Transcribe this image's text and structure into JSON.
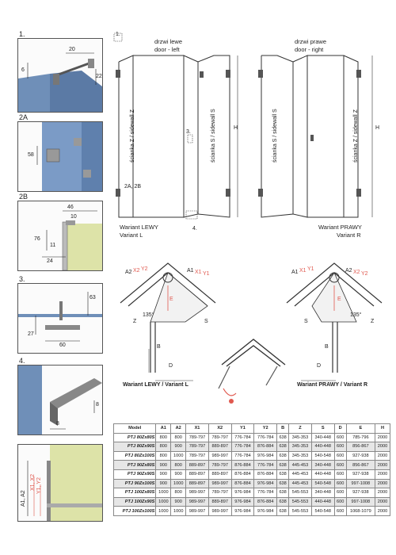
{
  "details": [
    {
      "num": "1.",
      "dims": [
        "20",
        "6",
        "22"
      ]
    },
    {
      "num": "2A",
      "dims": [
        "58"
      ]
    },
    {
      "num": "2B",
      "dims": [
        "46",
        "10",
        "76",
        "11",
        "24"
      ]
    },
    {
      "num": "3.",
      "dims": [
        "63",
        "27",
        "60"
      ]
    },
    {
      "num": "4.",
      "dims": [
        "8",
        "8"
      ]
    },
    {
      "num": "",
      "dims": [
        "A1, A2",
        "X1, X2",
        "Y1, Y2"
      ]
    }
  ],
  "front_views": {
    "left_door_label": "drzwi lewe",
    "left_door_label_en": "door - left",
    "right_door_label": "drzwi prawe",
    "right_door_label_en": "door - right",
    "wall_z": "ścianka Z / sidewall Z",
    "wall_s": "ścianka S / sidewall S",
    "height_label": "H",
    "callout_1": "1.",
    "callout_3": "3.",
    "callout_2ab": "2A, 2B",
    "callout_4": "4.",
    "variant_left_pl": "Wariant LEWY",
    "variant_left_en": "Variant L",
    "variant_right_pl": "Wariant PRAWY",
    "variant_right_en": "Variant R"
  },
  "plan_views": {
    "left_caption": "Wariant LEWY / Variant L",
    "right_caption": "Wariant PRAWY / Variant R",
    "angle": "135°",
    "letters": {
      "a2": "A2",
      "x2": "X2",
      "y2": "Y2",
      "a1": "A1",
      "x1": "X1",
      "y1": "Y1",
      "e": "E",
      "z": "Z",
      "s": "S",
      "b": "B",
      "d": "D"
    }
  },
  "table": {
    "headers": [
      "Model",
      "A1",
      "A2",
      "X1",
      "X2",
      "Y1",
      "Y2",
      "B",
      "Z",
      "S",
      "D",
      "E",
      "H"
    ],
    "rows": [
      [
        "PTJ 80Zx80S",
        "800",
        "800",
        "789-797",
        "789-797",
        "776-784",
        "776-784",
        "638",
        "345-353",
        "340-448",
        "600",
        "785-796",
        "2000"
      ],
      [
        "PTJ 80Zx90S",
        "800",
        "900",
        "789-797",
        "889-897",
        "776-784",
        "876-884",
        "638",
        "345-353",
        "440-448",
        "600",
        "856-867",
        "2000"
      ],
      [
        "PTJ 80Zx100S",
        "800",
        "1000",
        "789-797",
        "989-997",
        "776-784",
        "976-984",
        "638",
        "345-353",
        "540-548",
        "600",
        "927-938",
        "2000"
      ],
      [
        "PTJ 90Zx80S",
        "900",
        "800",
        "889-897",
        "789-797",
        "876-884",
        "776-784",
        "638",
        "445-453",
        "340-448",
        "600",
        "856-867",
        "2000"
      ],
      [
        "PTJ 90Zx90S",
        "900",
        "900",
        "889-897",
        "889-897",
        "876-884",
        "876-884",
        "638",
        "445-453",
        "440-448",
        "600",
        "927-938",
        "2000"
      ],
      [
        "PTJ 90Zx100S",
        "900",
        "1000",
        "889-897",
        "989-997",
        "876-884",
        "976-984",
        "638",
        "445-453",
        "540-548",
        "600",
        "997-1008",
        "2000"
      ],
      [
        "PTJ 100Zx80S",
        "1000",
        "800",
        "989-997",
        "789-797",
        "976-984",
        "776-784",
        "638",
        "545-553",
        "340-448",
        "600",
        "927-938",
        "2000"
      ],
      [
        "PTJ 100Zx90S",
        "1000",
        "900",
        "989-997",
        "889-897",
        "976-984",
        "876-884",
        "638",
        "545-553",
        "440-448",
        "600",
        "997-1008",
        "2000"
      ],
      [
        "PTJ 100Zx100S",
        "1000",
        "1000",
        "989-997",
        "989-997",
        "976-984",
        "976-984",
        "638",
        "545-553",
        "540-548",
        "600",
        "1068-1079",
        "2000"
      ]
    ]
  },
  "colors": {
    "glass": "#6f8fb8",
    "wall": "#dde3a8",
    "accent": "#e0584e",
    "metal": "#555555"
  }
}
